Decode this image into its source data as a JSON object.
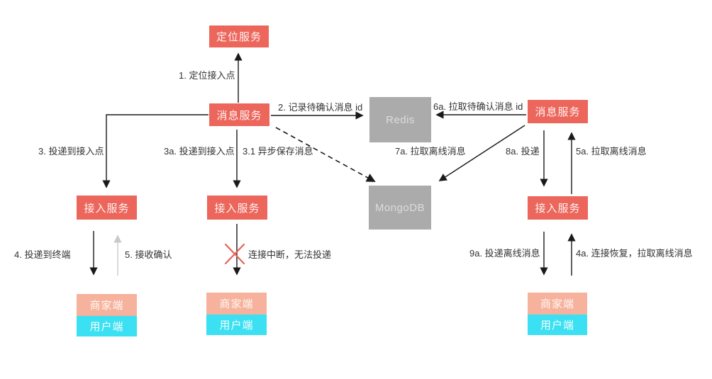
{
  "diagram": {
    "description": "IM message delivery flow diagram",
    "nodes": {
      "location_service": "定位服务",
      "message_service_left": "消息服务",
      "message_service_right": "消息服务",
      "redis": "Redis",
      "mongodb": "MongoDB",
      "access_service_left": "接入服务",
      "access_service_mid": "接入服务",
      "access_service_right": "接入服务",
      "merchant_client_left": "商家端",
      "user_client_left": "用户端",
      "merchant_client_mid": "商家端",
      "user_client_mid": "用户端",
      "merchant_client_right": "商家端",
      "user_client_right": "用户端"
    },
    "edge_labels": {
      "e1": "1. 定位接入点",
      "e2": "2. 记录待确认消息 id",
      "e3": "3. 投递到接入点",
      "e3a": "3a. 投递到接入点",
      "e31": "3.1 异步保存消息",
      "e4": "4. 投递到终端",
      "e5": "5. 接收确认",
      "ex": "连接中断，无法投递",
      "e6a": "6a. 拉取待确认消息 id",
      "e7a": "7a. 拉取离线消息",
      "e8a": "8a. 投递",
      "e5a": "5a. 拉取离线消息",
      "e9a": "9a. 投递离线消息",
      "e4a": "4a. 连接恢复，拉取离线消息"
    },
    "colors": {
      "service_red": "#EC665C",
      "database_gray": "#ABABAB",
      "merchant_salmon": "#F6B29C",
      "user_cyan": "#3BE0F2",
      "arrow_black": "#1A1A1A",
      "ack_arrow_gray": "#C9C9C9",
      "fail_cross_red": "#E2635A"
    }
  }
}
